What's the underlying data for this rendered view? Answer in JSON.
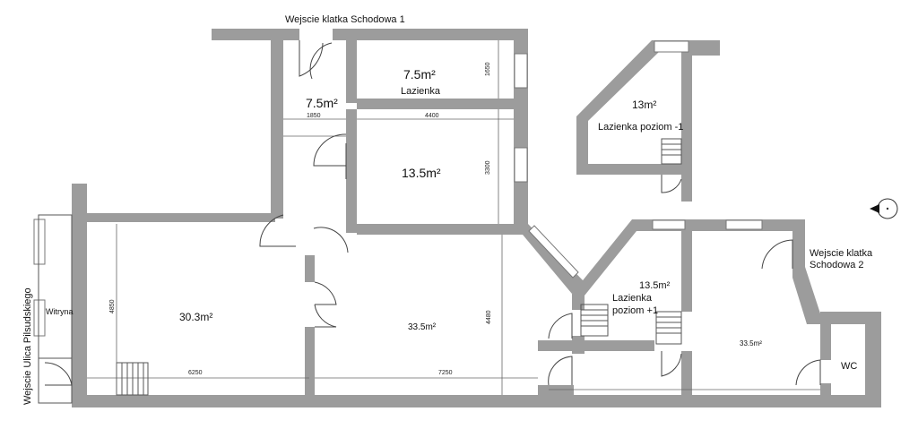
{
  "entrances": {
    "stairwell_1": "Wejscie klatka Schodowa 1",
    "stairwell_2_line1": "Wejscie klatka",
    "stairwell_2_line2": "Schodowa 2",
    "street": "Wejscie Ulica Pilsudskiego"
  },
  "rooms": {
    "bathroom_top_area": "7.5m²",
    "bathroom_top_name": "Lazienka",
    "hall_area": "7.5m²",
    "room_middle_area": "13.5m²",
    "basement_area": "13m²",
    "basement_name": "Lazienka poziom -1",
    "left_room_area": "30.3m²",
    "central_room_area": "33.5m²",
    "upper_bath_area": "13.5m²",
    "upper_bath_name_line1": "Lazienka",
    "upper_bath_name_line2": "poziom +1",
    "right_room_area": "33.5m²",
    "wc": "WC",
    "showcase": "Witryna"
  },
  "dimensions": {
    "d1650": "1650",
    "d1850": "1850",
    "d4400": "4400",
    "d3300": "3300",
    "d4850": "4850",
    "d4480": "4480",
    "d6250": "6250",
    "d7250": "7250"
  },
  "icons": {
    "compass": "north-arrow-icon"
  }
}
